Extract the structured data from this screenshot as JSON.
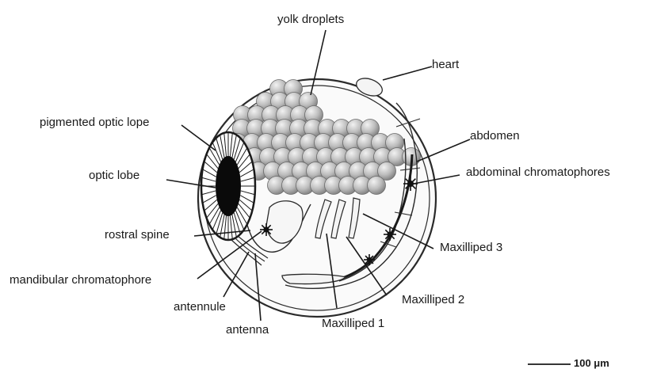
{
  "labels": {
    "yolk_droplets": "yolk droplets",
    "heart": "heart",
    "pigmented_optic_lope": "pigmented optic lope",
    "abdomen": "abdomen",
    "optic_lobe": "optic lobe",
    "abdominal_chromatophores": "abdominal chromatophores",
    "rostral_spine": "rostral spine",
    "maxilliped_3": "Maxilliped 3",
    "mandibular_chromatophore": "mandibular chromatophore",
    "maxilliped_2": "Maxilliped 2",
    "antennule": "antennule",
    "antenna": "antenna",
    "maxilliped_1": "Maxilliped 1"
  },
  "scale_bar": {
    "label": "100 μm"
  }
}
